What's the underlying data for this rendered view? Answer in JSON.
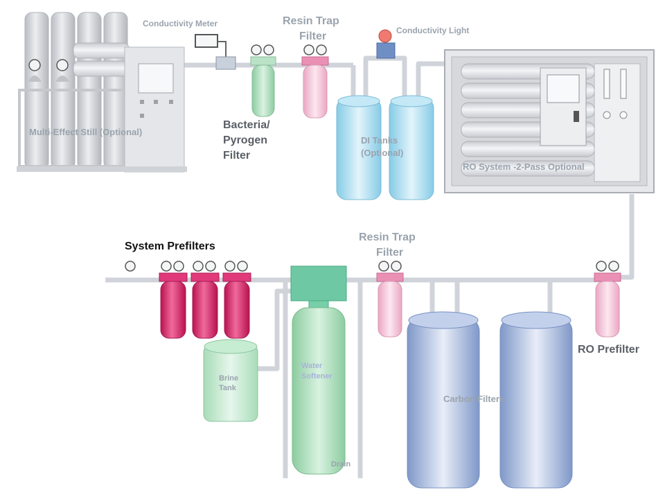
{
  "labels": {
    "conductivity_meter": "Conductivity Meter",
    "resin_trap_top_line1": "Resin Trap",
    "resin_trap_top_line2": "Filter",
    "conductivity_light": "Conductivity Light",
    "multi_effect_still": "Multi-Effect Still (Optional)",
    "bacteria_line1": "Bacteria/",
    "bacteria_line2": "Pyrogen",
    "bacteria_line3": "Filter",
    "di_tanks_line1": "DI Tanks",
    "di_tanks_line2": "(Optional)",
    "ro_system": "RO System -2-Pass Optional",
    "system_prefilters": "System Prefilters",
    "resin_trap_bottom_line1": "Resin Trap",
    "resin_trap_bottom_line2": "Filter",
    "ro_prefilter": "RO Prefilter",
    "brine_tank_line1": "Brine",
    "brine_tank_line2": "Tank",
    "water_softener_line1": "Water",
    "water_softener_line2": "Softener",
    "carbon_filters": "Carbon Filters",
    "drain": "Drain"
  },
  "colors": {
    "pipe": "#d0d4da",
    "still": "#c9ccd1",
    "pink_dark": "#d4246a",
    "pink_light": "#f5c4d8",
    "green": "#a8dcb8",
    "cyan": "#a6dcf0",
    "blue": "#8fa7d4",
    "panel": "#dcdee2"
  }
}
